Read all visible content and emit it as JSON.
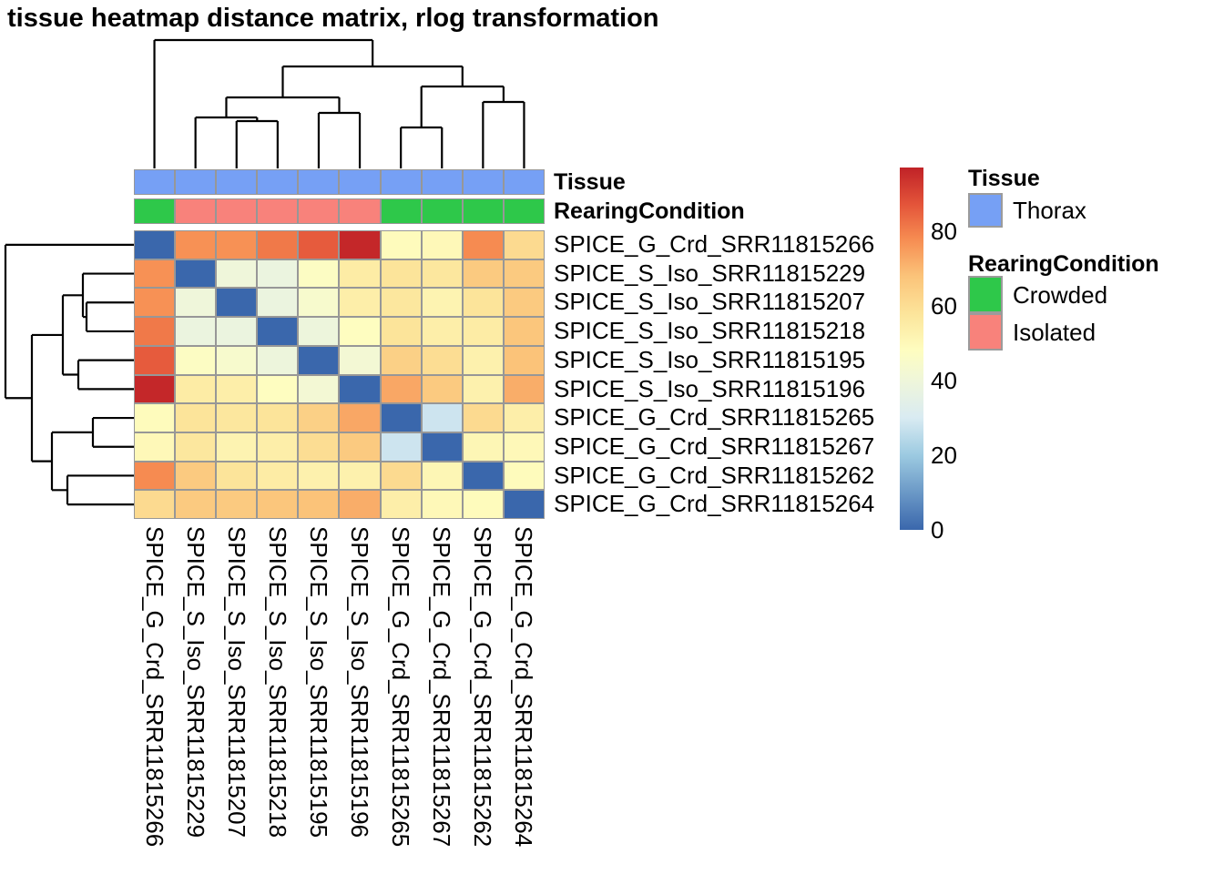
{
  "title": "tissue heatmap distance matrix, rlog transformation",
  "annotations": {
    "tissue_label": "Tissue",
    "rearing_label": "RearingCondition",
    "tissue_values": [
      "Thorax",
      "Thorax",
      "Thorax",
      "Thorax",
      "Thorax",
      "Thorax",
      "Thorax",
      "Thorax",
      "Thorax",
      "Thorax"
    ],
    "rearing_values": [
      "Crowded",
      "Isolated",
      "Isolated",
      "Isolated",
      "Isolated",
      "Isolated",
      "Crowded",
      "Crowded",
      "Crowded",
      "Crowded"
    ],
    "colors": {
      "Thorax": "#76A0F5",
      "Crowded": "#2EC84A",
      "Isolated": "#F8827B"
    }
  },
  "legend": {
    "tissue_title": "Tissue",
    "tissue_items": [
      {
        "label": "Thorax",
        "color": "#76A0F5"
      }
    ],
    "rearing_title": "RearingCondition",
    "rearing_items": [
      {
        "label": "Crowded",
        "color": "#2EC84A"
      },
      {
        "label": "Isolated",
        "color": "#F8827B"
      }
    ]
  },
  "chart_data": {
    "type": "heatmap",
    "title": "tissue heatmap distance matrix, rlog transformation",
    "rows": [
      "SPICE_G_Crd_SRR11815266",
      "SPICE_S_Iso_SRR11815229",
      "SPICE_S_Iso_SRR11815207",
      "SPICE_S_Iso_SRR11815218",
      "SPICE_S_Iso_SRR11815195",
      "SPICE_S_Iso_SRR11815196",
      "SPICE_G_Crd_SRR11815265",
      "SPICE_G_Crd_SRR11815267",
      "SPICE_G_Crd_SRR11815262",
      "SPICE_G_Crd_SRR11815264"
    ],
    "columns": [
      "SPICE_G_Crd_SRR11815266",
      "SPICE_S_Iso_SRR11815229",
      "SPICE_S_Iso_SRR11815207",
      "SPICE_S_Iso_SRR11815218",
      "SPICE_S_Iso_SRR11815195",
      "SPICE_S_Iso_SRR11815196",
      "SPICE_G_Crd_SRR11815265",
      "SPICE_G_Crd_SRR11815267",
      "SPICE_G_Crd_SRR11815262",
      "SPICE_G_Crd_SRR11815264"
    ],
    "matrix": [
      [
        0,
        77,
        77,
        81,
        86,
        96,
        49,
        50,
        78,
        61
      ],
      [
        77,
        0,
        40,
        38,
        47,
        55,
        58,
        57,
        66,
        66
      ],
      [
        77,
        40,
        0,
        38,
        44,
        54,
        57,
        52,
        58,
        66
      ],
      [
        81,
        38,
        38,
        0,
        39,
        48,
        58,
        54,
        55,
        67
      ],
      [
        86,
        47,
        44,
        39,
        0,
        42,
        64,
        60,
        53,
        68
      ],
      [
        96,
        55,
        54,
        48,
        42,
        0,
        73,
        66,
        53,
        72
      ],
      [
        49,
        58,
        57,
        58,
        64,
        73,
        0,
        28,
        61,
        54
      ],
      [
        50,
        57,
        52,
        54,
        60,
        66,
        28,
        0,
        51,
        50
      ],
      [
        78,
        66,
        58,
        55,
        53,
        53,
        61,
        51,
        0,
        49
      ],
      [
        61,
        66,
        66,
        67,
        68,
        72,
        54,
        50,
        49,
        0
      ]
    ],
    "color_scale": {
      "min": 0,
      "max": 97,
      "ticks": [
        80,
        60,
        40,
        20,
        0
      ],
      "stops": [
        {
          "v": 0,
          "c": "#3A67AC"
        },
        {
          "v": 20,
          "c": "#9CCAE1"
        },
        {
          "v": 30,
          "c": "#D9EBF2"
        },
        {
          "v": 40,
          "c": "#EFF6DA"
        },
        {
          "v": 48,
          "c": "#FEFDC0"
        },
        {
          "v": 58,
          "c": "#FCE49A"
        },
        {
          "v": 68,
          "c": "#FBC379"
        },
        {
          "v": 78,
          "c": "#F68B51"
        },
        {
          "v": 87,
          "c": "#E4553A"
        },
        {
          "v": 97,
          "c": "#C02227"
        }
      ]
    },
    "column_dendrogram": {
      "h": 141,
      "c": [
        0,
        {
          "h": 112,
          "c": [
            {
              "h": 78,
              "c": [
                {
                  "h": 56,
                  "c": [
                    1,
                    {
                      "h": 52,
                      "c": [
                        2,
                        3
                      ]
                    }
                  ]
                },
                {
                  "h": 61,
                  "c": [
                    4,
                    5
                  ]
                }
              ]
            },
            {
              "h": 90,
              "c": [
                {
                  "h": 45,
                  "c": [
                    6,
                    7
                  ]
                },
                {
                  "h": 73,
                  "c": [
                    8,
                    9
                  ]
                }
              ]
            }
          ]
        }
      ]
    },
    "row_dendrogram": {
      "h": 141,
      "c": [
        0,
        {
          "h": 112,
          "c": [
            {
              "h": 78,
              "c": [
                {
                  "h": 56,
                  "c": [
                    1,
                    {
                      "h": 52,
                      "c": [
                        2,
                        3
                      ]
                    }
                  ]
                },
                {
                  "h": 61,
                  "c": [
                    4,
                    5
                  ]
                }
              ]
            },
            {
              "h": 90,
              "c": [
                {
                  "h": 45,
                  "c": [
                    6,
                    7
                  ]
                },
                {
                  "h": 73,
                  "c": [
                    8,
                    9
                  ]
                }
              ]
            }
          ]
        }
      ]
    }
  }
}
